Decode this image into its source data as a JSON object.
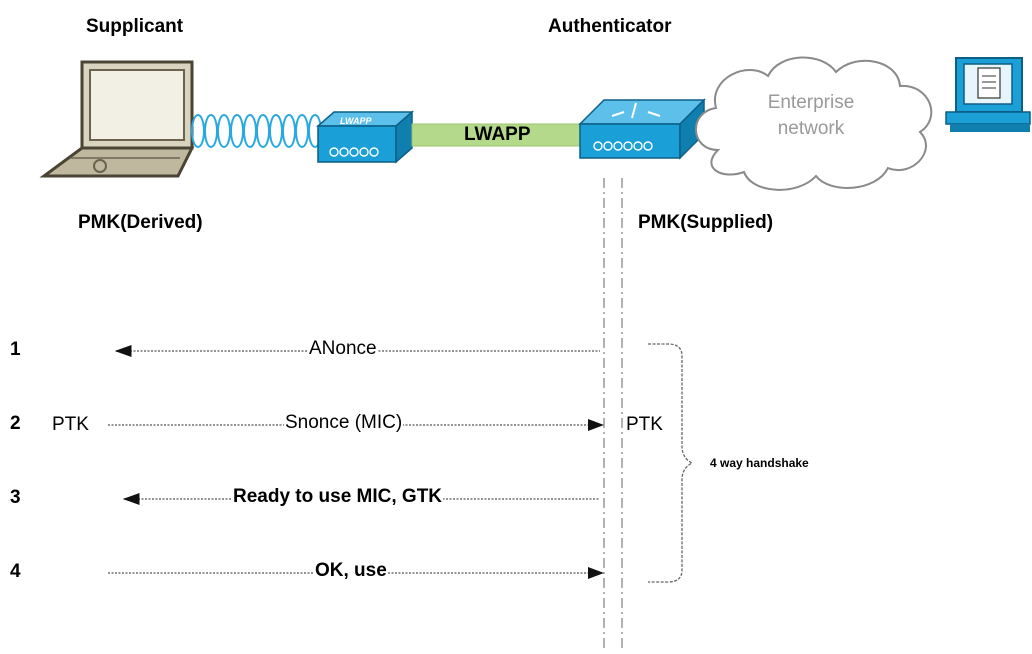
{
  "headers": {
    "supplicant": "Supplicant",
    "authenticator": "Authenticator"
  },
  "pmk": {
    "derived": "PMK(Derived)",
    "supplied": "PMK(Supplied)"
  },
  "network": {
    "link_label": "LWAPP",
    "ap_label": "LWAPP",
    "cloud_line1": "Enterprise",
    "cloud_line2": "network"
  },
  "steps": [
    {
      "num": "1",
      "label": "ANonce",
      "direction": "to-supplicant"
    },
    {
      "num": "2",
      "label": "Snonce (MIC)",
      "direction": "to-authenticator"
    },
    {
      "num": "3",
      "label": "Ready to use MIC, GTK",
      "direction": "to-supplicant"
    },
    {
      "num": "4",
      "label": "OK, use",
      "direction": "to-authenticator"
    }
  ],
  "ptk": {
    "supplicant": "PTK",
    "authenticator": "PTK"
  },
  "handshake_label": "4 way handshake",
  "colors": {
    "device_blue": "#1a9fd6",
    "lwapp_link": "#b5d98a",
    "cloud_text": "#9a9a9a",
    "laptop": "#6b6350"
  }
}
